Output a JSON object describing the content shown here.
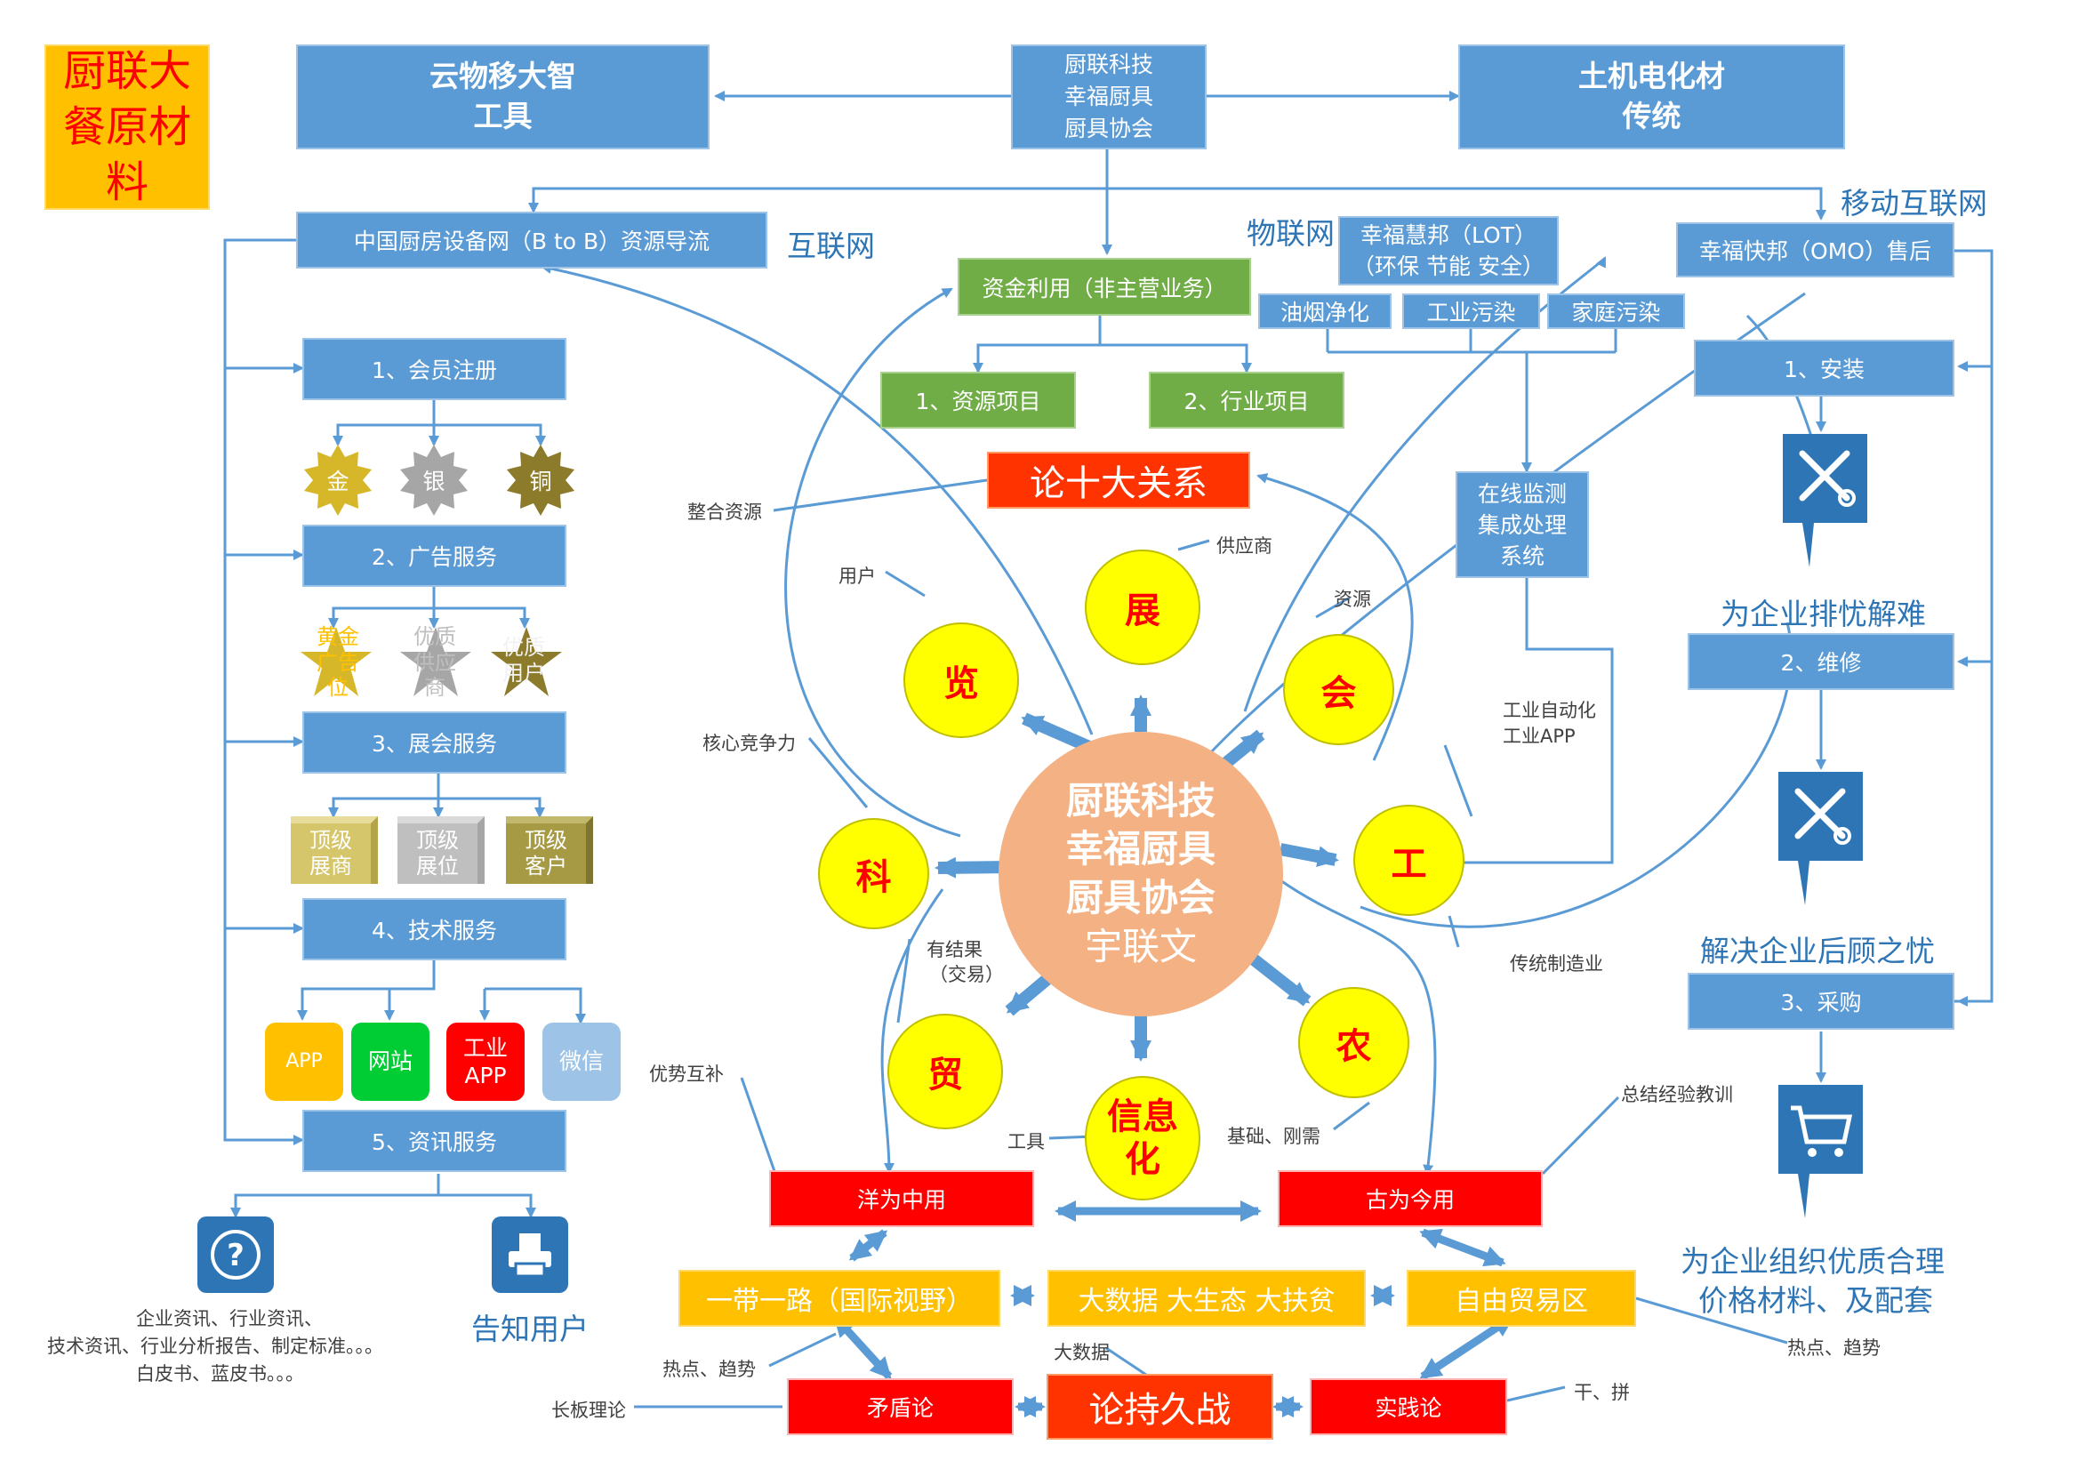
{
  "logo": {
    "text": "厨联大餐原材料"
  },
  "top": {
    "left_line1": "云物移大智",
    "left_line2": "工具",
    "center_line1": "厨联科技",
    "center_line2": "幸福厨具",
    "center_line3": "厨具协会",
    "right_line1": "土机电化材",
    "right_line2": "传统"
  },
  "left_column": {
    "network": "中国厨房设备网（B to B）资源导流",
    "internet_label": "互联网",
    "services": [
      "1、会员注册",
      "2、广告服务",
      "3、展会服务",
      "4、技术服务",
      "5、资讯服务"
    ],
    "medals": [
      "金",
      "银",
      "铜"
    ],
    "stars": [
      "黄金广告位",
      "优质供应商",
      "优质用户"
    ],
    "cubes": [
      "顶级展商",
      "顶级展位",
      "顶级客户"
    ],
    "apps": [
      "APP",
      "网站",
      "工业APP",
      "微信"
    ],
    "info_text1": "企业资讯、行业资讯、",
    "info_text2": "技术资讯、行业分析报告、制定标准。。。",
    "info_text3": "白皮书、蓝皮书。。。",
    "notify_label": "告知用户"
  },
  "middle": {
    "fund": "资金利用（非主营业务）",
    "fund_items": [
      "1、资源项目",
      "2、行业项目"
    ],
    "ten_relations": "论十大关系",
    "center_line1": "厨联科技",
    "center_line2": "幸福厨具",
    "center_line3": "厨具协会",
    "center_line4": "宇联文",
    "nodes": [
      "展",
      "览",
      "会",
      "科",
      "工",
      "贸",
      "农",
      "信息化"
    ],
    "labels": {
      "integrate": "整合资源",
      "supplier": "供应商",
      "user": "用户",
      "resource": "资源",
      "core": "核心竞争力",
      "automation1": "工业自动化",
      "automation2": "工业APP",
      "result1": "有结果",
      "result2": "（交易）",
      "traditional": "传统制造业",
      "advantage": "优势互补",
      "tools": "工具",
      "basic": "基础、刚需",
      "summary": "总结经验教训",
      "hot_left": "热点、趋势",
      "bigdata": "大数据",
      "hot_right": "热点、趋势",
      "long_board": "长板理论",
      "work": "干、拼"
    },
    "bottom_row1": [
      "洋为中用",
      "古为今用"
    ],
    "bottom_row2": [
      "一带一路（国际视野）",
      "大数据 大生态 大扶贫",
      "自由贸易区"
    ],
    "bottom_row3": [
      "矛盾论",
      "论持久战",
      "实践论"
    ]
  },
  "iot": {
    "label": "物联网",
    "box_line1": "幸福慧邦（LOT）",
    "box_line2": "（环保 节能 安全）",
    "pollution": [
      "油烟净化",
      "工业污染",
      "家庭污染"
    ],
    "monitor_line1": "在线监测",
    "monitor_line2": "集成处理",
    "monitor_line3": "系统"
  },
  "right_column": {
    "mobile_label": "移动互联网",
    "after_sales": "幸福快邦（OMO）售后",
    "steps": [
      "1、安装",
      "2、维修",
      "3、采购"
    ],
    "caption1": "为企业排忧解难",
    "caption2": "解决企业后顾之忧",
    "caption3_line1": "为企业组织优质合理",
    "caption3_line2": "价格材料、及配套"
  },
  "colors": {
    "blue": "#5b9bd5",
    "green": "#70ad47",
    "red": "#ff0000",
    "orange": "#ffc000",
    "yellow": "#ffff00",
    "center": "#f4b183",
    "arrow": "#5b9bd5"
  }
}
